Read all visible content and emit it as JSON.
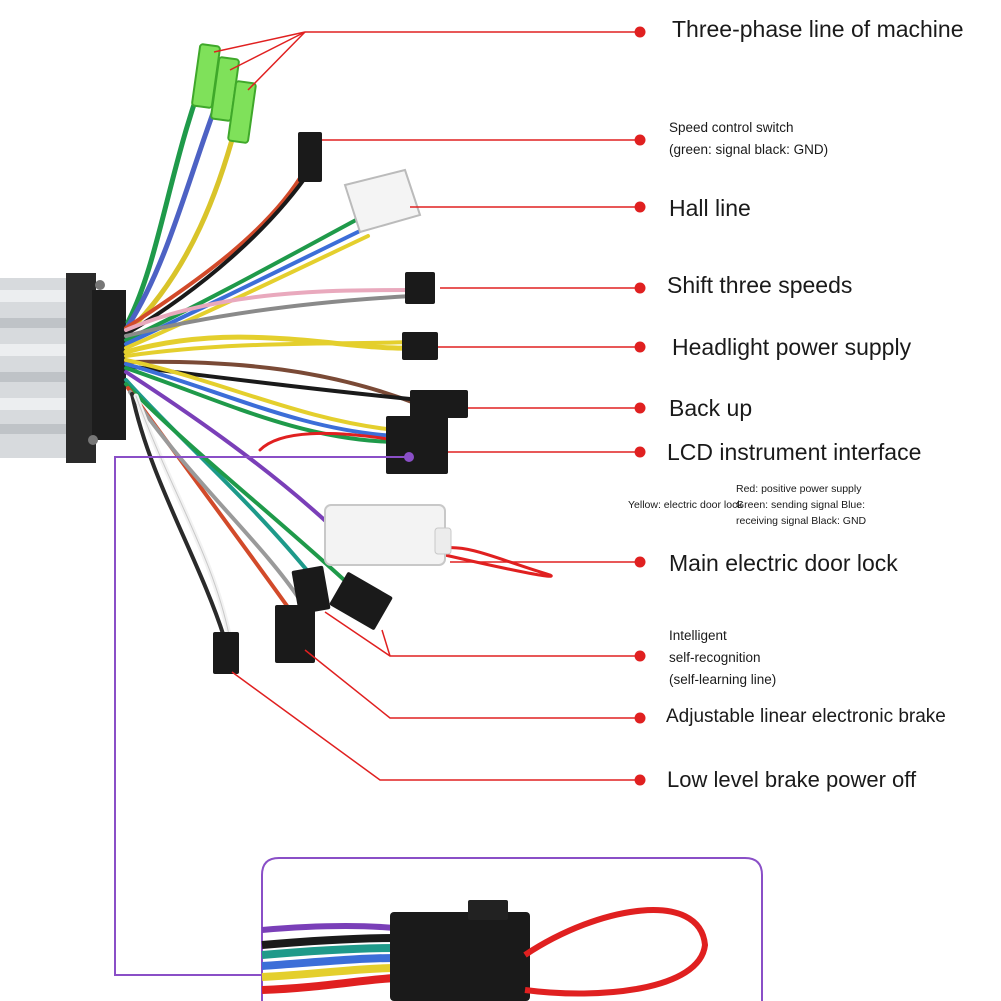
{
  "labels": {
    "three_phase": "Three-phase line of machine",
    "speed_control_1": "Speed control switch",
    "speed_control_2": "(green: signal black: GND)",
    "hall": "Hall line",
    "shift": "Shift three speeds",
    "headlight": "Headlight power supply",
    "backup": "Back up",
    "lcd": "LCD instrument interface",
    "lcd_detail_1": "Red: positive power supply",
    "lcd_detail_2a": "Yellow: electric door lock",
    "lcd_detail_2b": "Green: sending signal Blue:",
    "lcd_detail_3": "receiving signal Black: GND",
    "door_lock": "Main electric door lock",
    "self_recog_1": "Intelligent",
    "self_recog_2": "self-recognition",
    "self_recog_3": "(self-learning line)",
    "adjustable_brake": "Adjustable linear electronic brake",
    "low_brake": "Low level brake power off"
  },
  "colors": {
    "leader": "#e02020",
    "callout": "#8a4fc7"
  }
}
